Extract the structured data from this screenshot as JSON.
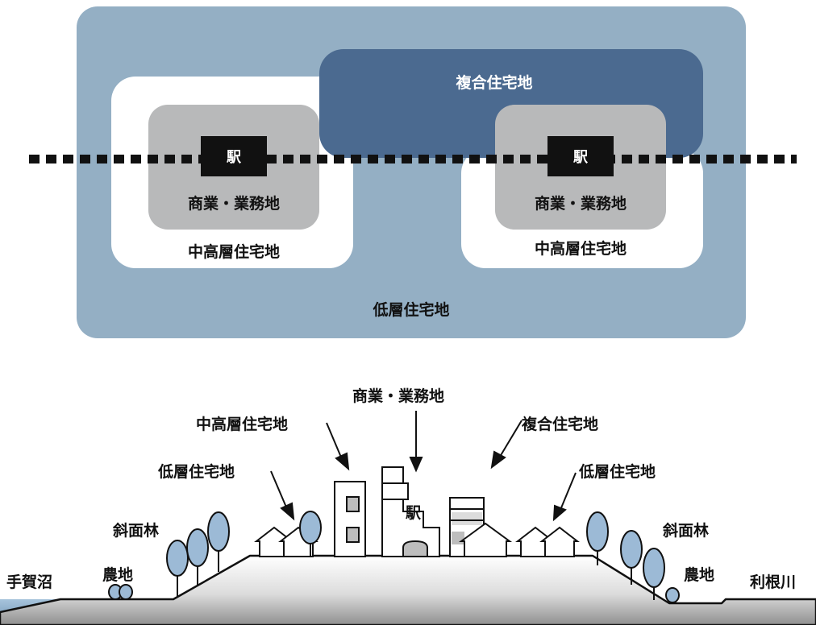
{
  "plan": {
    "low_residential": "低層住宅地",
    "mid_high_residential_left": "中高層住宅地",
    "mid_high_residential_right": "中高層住宅地",
    "mixed_residential": "複合住宅地",
    "commercial_left": "商業・業務地",
    "commercial_right": "商業・業務地",
    "station_left": "駅",
    "station_right": "駅"
  },
  "section": {
    "commercial": "商業・業務地",
    "mid_high_residential": "中高層住宅地",
    "mixed_residential": "複合住宅地",
    "low_residential_left": "低層住宅地",
    "low_residential_right": "低層住宅地",
    "slope_forest_left": "斜面林",
    "slope_forest_right": "斜面林",
    "farmland_left": "農地",
    "farmland_right": "農地",
    "lake_left": "手賀沼",
    "river_right": "利根川",
    "station": "駅"
  },
  "colors": {
    "low_residential": "#94afc4",
    "mixed_residential": "#4b6a90",
    "commercial": "#b8b9ba",
    "mid_high_residential": "#ffffff",
    "tree": "#9cbad6",
    "water": "#8fb1cc"
  }
}
